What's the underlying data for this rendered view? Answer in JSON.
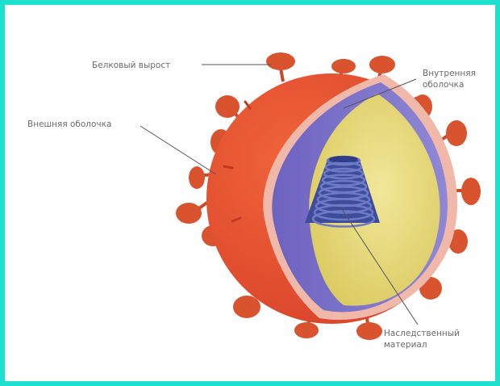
{
  "labels": {
    "protein_spike": "Белковый вырост",
    "outer_shell": "Внешняя оболочка",
    "inner_shell": [
      "Внутренняя",
      "оболочка"
    ],
    "genetic_material": [
      "Наследственный",
      "материал"
    ]
  },
  "colors": {
    "frame": "#1ee0cf",
    "outer_shell": "#e8502c",
    "spikes": "#d9532e",
    "inner_shell": "#7b6fc8",
    "rim": "#f0b8a8",
    "core": "#eadd78",
    "genetic_material": "#4a5aa8"
  }
}
